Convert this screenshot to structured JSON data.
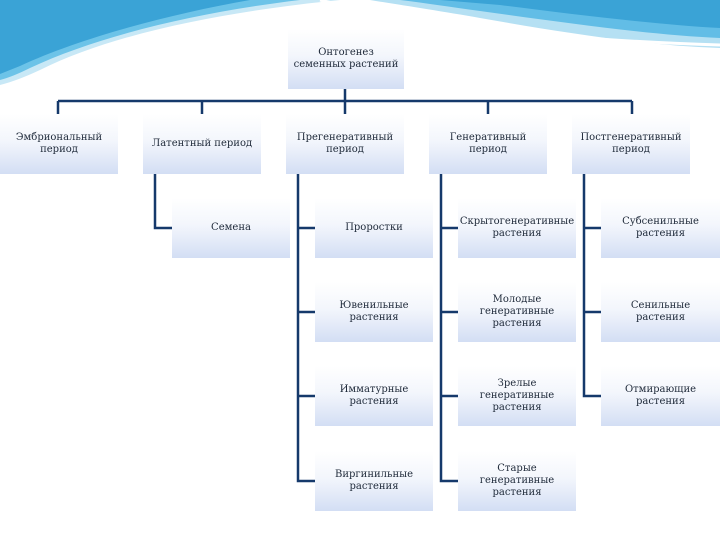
{
  "root": "Онтогенез семенных растений",
  "periods": [
    "Эмбриональный период",
    "Латентный период",
    "Прегенеративный период",
    "Генеративный период",
    "Постгенеративный период"
  ],
  "latent_children": [
    "Семена"
  ],
  "pregenerative_children": [
    "Проростки",
    "Ювенильные растения",
    "Имматурные растения",
    "Виргинильные растения"
  ],
  "generative_children": [
    "Скрытогенеративные растения",
    "Молодые генеративные растения",
    "Зрелые генеративные растения",
    "Старые генеративные растения"
  ],
  "postgenerative_children": [
    "Субсенильные растения",
    "Сенильные растения",
    "Отмирающие растения"
  ],
  "colors": {
    "line": "#15396b",
    "box_bottom": "#d3def4",
    "swoosh": "#3aa3d6"
  }
}
